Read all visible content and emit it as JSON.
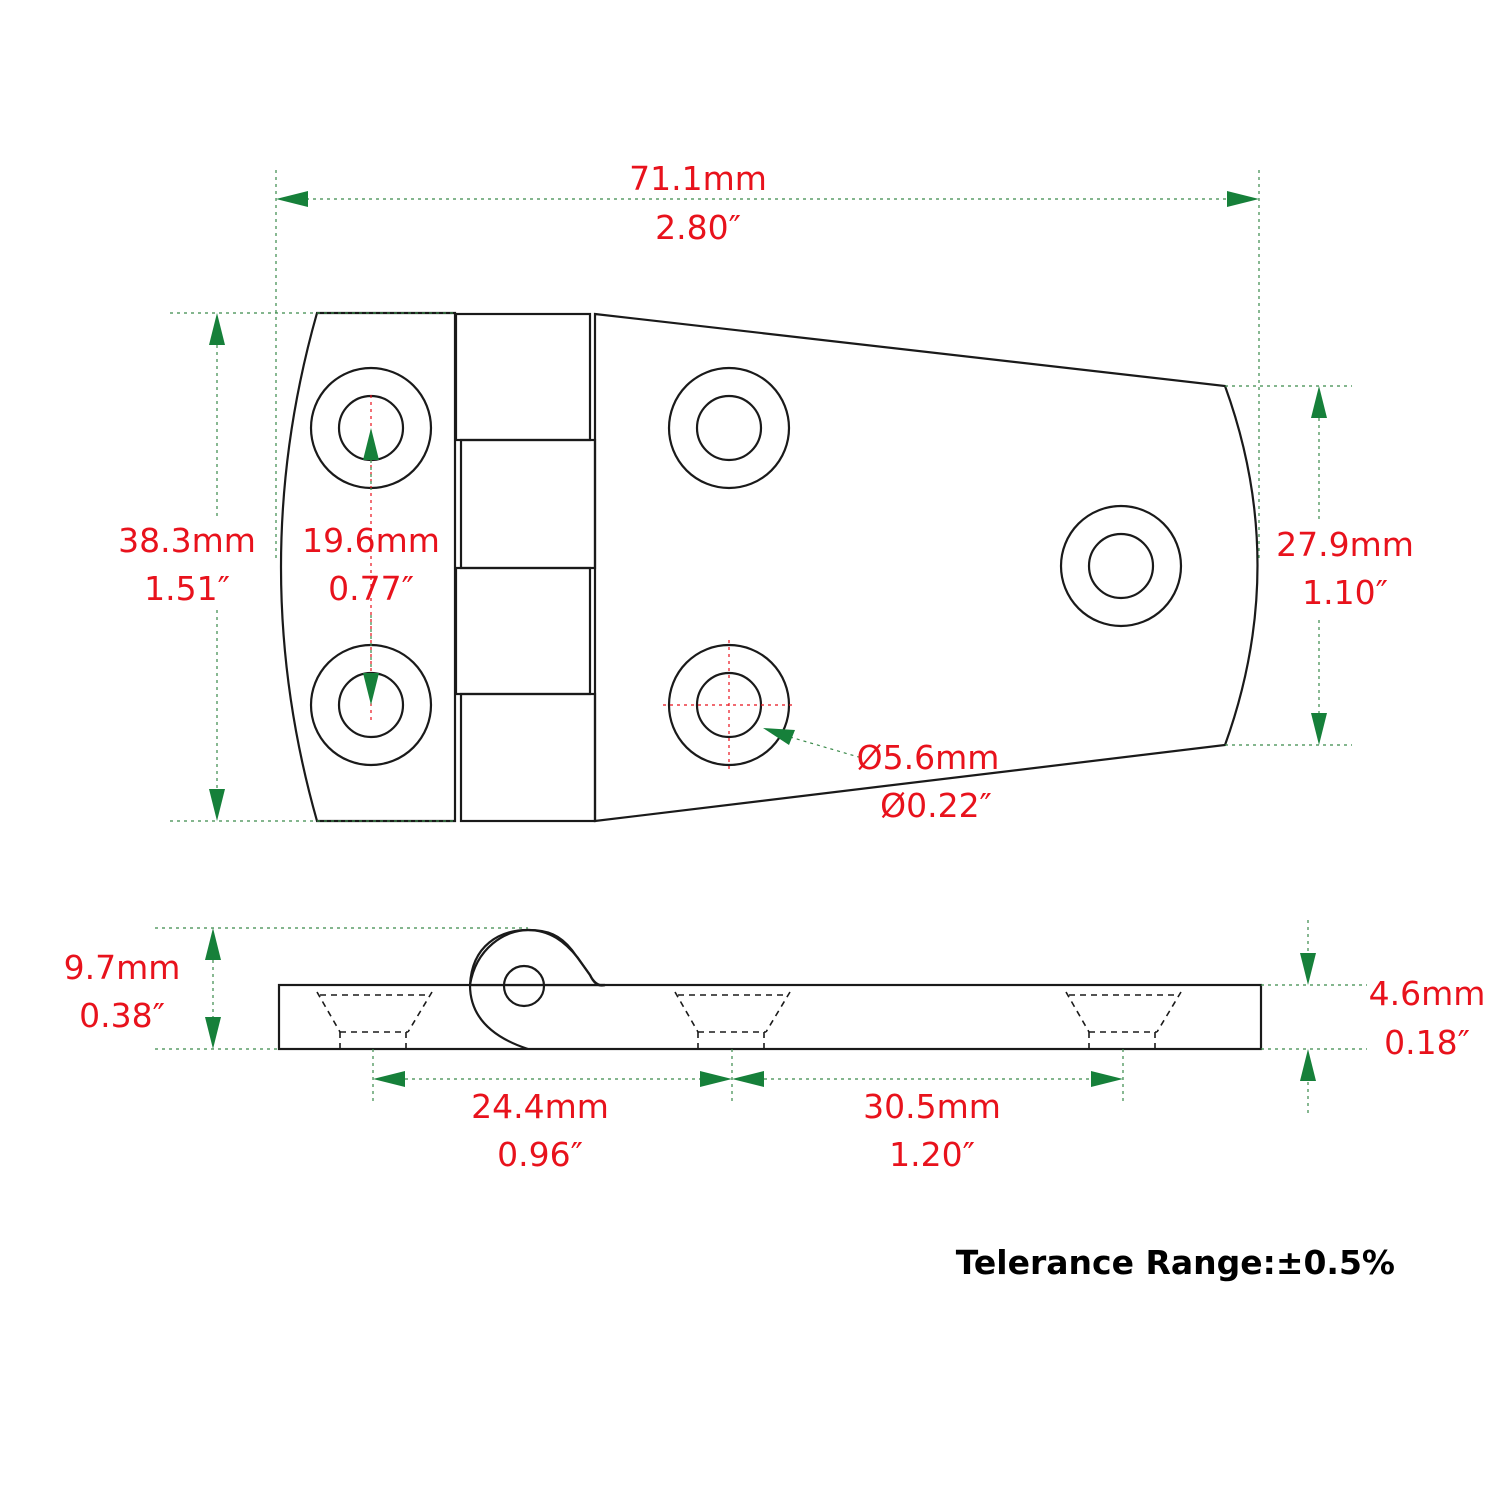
{
  "colors": {
    "dimension_text": "#e8121c",
    "dimension_arrow": "#16803a",
    "part_outline": "#1a1a1a",
    "background": "#ffffff"
  },
  "dimensions": {
    "overall_length": {
      "mm": "71.1mm",
      "inch": "2.80″"
    },
    "overall_width": {
      "mm": "38.3mm",
      "inch": "1.51″"
    },
    "hole_spacing_left": {
      "mm": "19.6mm",
      "inch": "0.77″"
    },
    "right_end_width": {
      "mm": "27.9mm",
      "inch": "1.10″"
    },
    "hole_diameter": {
      "mm": "Ø5.6mm",
      "inch": "Ø0.22″"
    },
    "knuckle_height": {
      "mm": "9.7mm",
      "inch": "0.38″"
    },
    "leaf_thickness": {
      "mm": "4.6mm",
      "inch": "0.18″"
    },
    "hole_pitch_1": {
      "mm": "24.4mm",
      "inch": "0.96″"
    },
    "hole_pitch_2": {
      "mm": "30.5mm",
      "inch": "1.20″"
    }
  },
  "note": "Telerance Range:±0.5%"
}
